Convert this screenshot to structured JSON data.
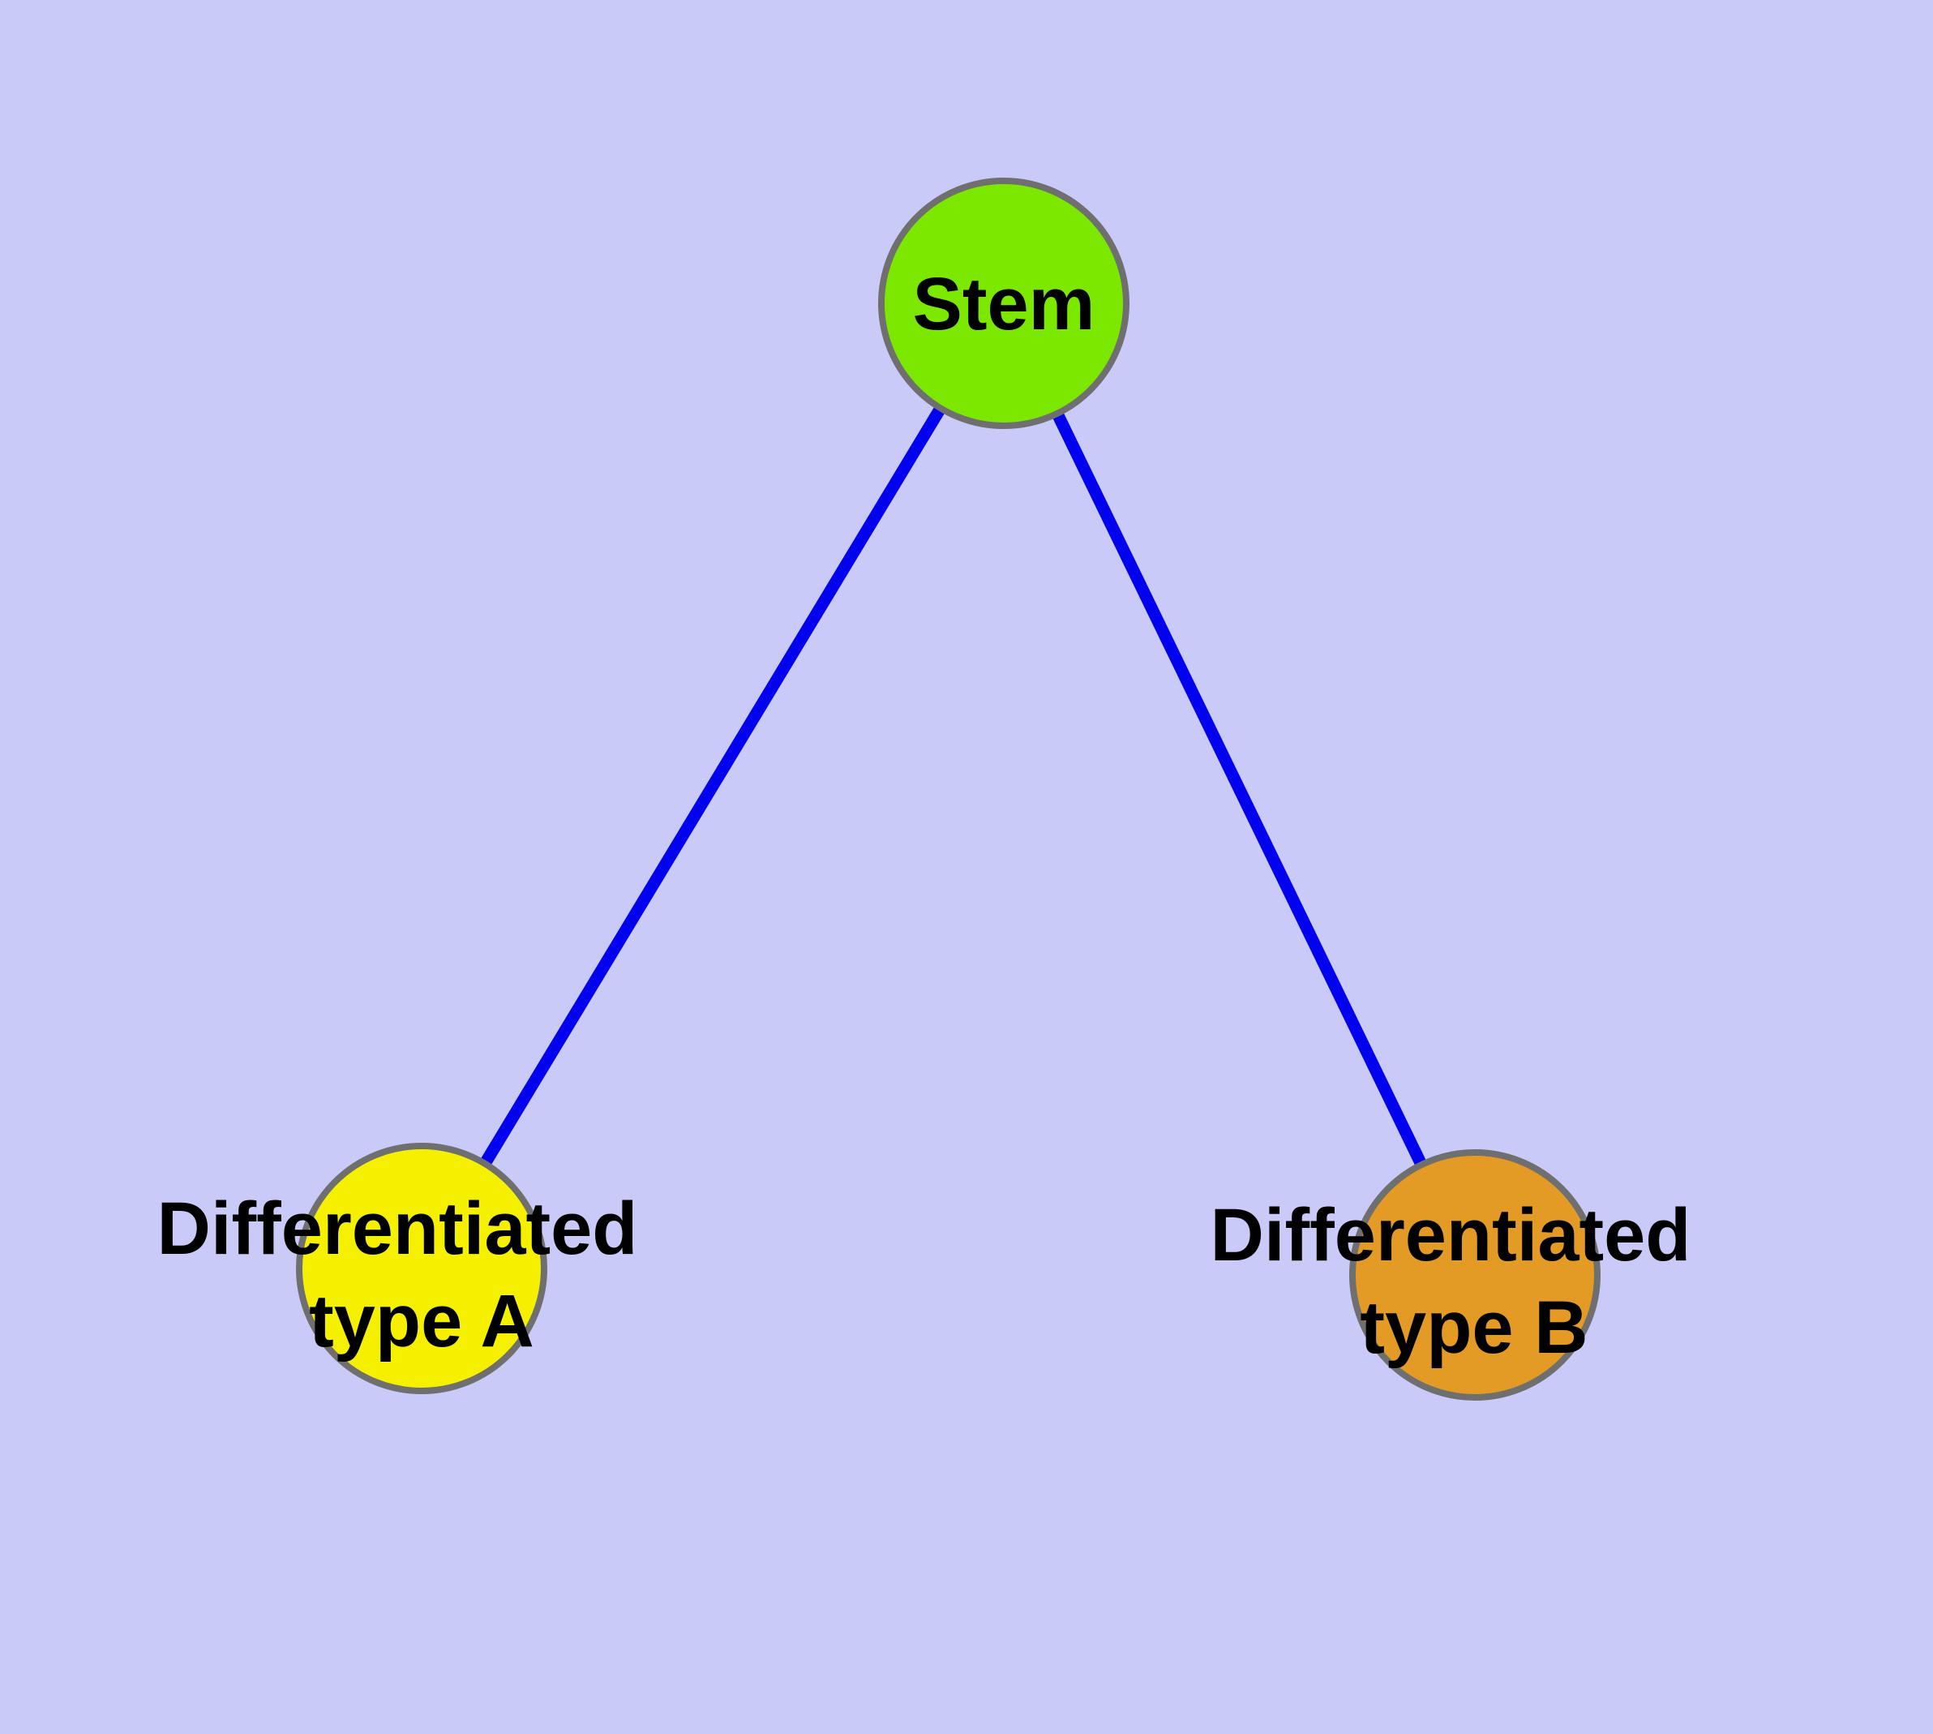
{
  "colors": {
    "background": "#CACAF8",
    "node_stroke": "#6F6F6F",
    "edge": "#0202EE",
    "text": "#000000"
  },
  "nodes": {
    "stem": {
      "label": "Stem",
      "fill": "#7CE800"
    },
    "type_a": {
      "label_line1": "Differentiated",
      "label_line2": "type A",
      "fill": "#F5F000"
    },
    "type_b": {
      "label_line1": "Differentiated",
      "label_line2": "type B",
      "fill": "#E49B26"
    }
  },
  "edges": {
    "items": [
      {
        "from": "Stem",
        "to": "Differentiated type A"
      },
      {
        "from": "Stem",
        "to": "Differentiated type B"
      }
    ]
  }
}
